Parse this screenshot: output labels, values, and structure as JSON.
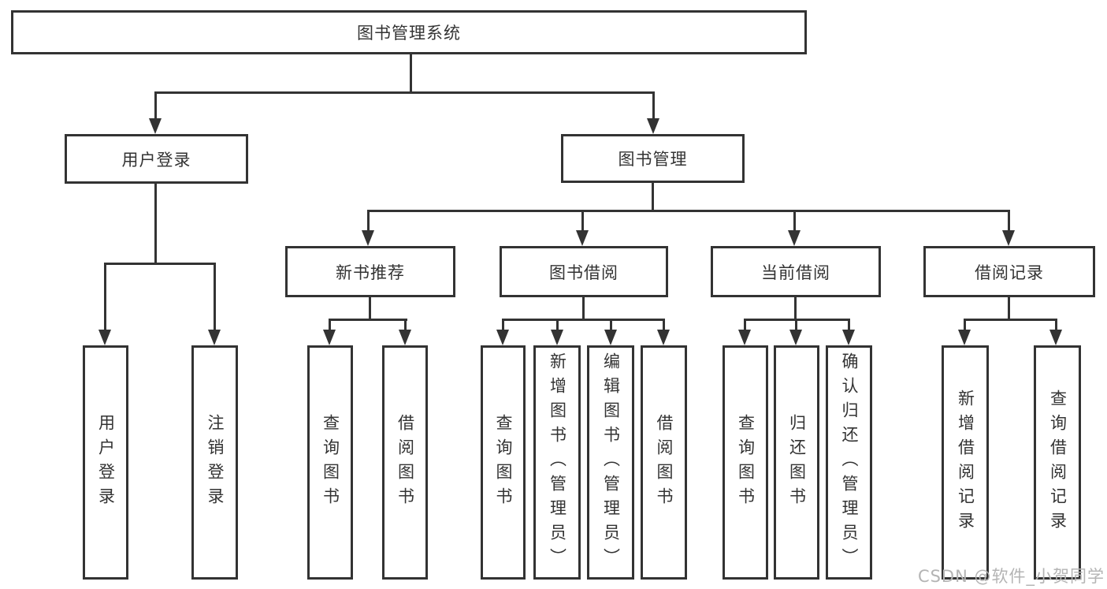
{
  "diagram": {
    "title": "图书管理系统",
    "root": {
      "label": "图书管理系统"
    },
    "level2": [
      {
        "label": "用户登录"
      },
      {
        "label": "图书管理"
      }
    ],
    "level3": [
      {
        "label": "新书推荐"
      },
      {
        "label": "图书借阅"
      },
      {
        "label": "当前借阅"
      },
      {
        "label": "借阅记录"
      }
    ],
    "leaves": [
      {
        "label": "用户登录"
      },
      {
        "label": "注销登录"
      },
      {
        "label": "查询图书"
      },
      {
        "label": "借阅图书"
      },
      {
        "label": "查询图书"
      },
      {
        "label": "新增图书（管理员）"
      },
      {
        "label": "编辑图书（管理员）"
      },
      {
        "label": "借阅图书"
      },
      {
        "label": "查询图书"
      },
      {
        "label": "归还图书"
      },
      {
        "label": "确认归还（管理员）"
      },
      {
        "label": "新增借阅记录"
      },
      {
        "label": "查询借阅记录"
      }
    ]
  },
  "watermark": {
    "text": "CSDN @软件_小贺同学"
  },
  "colors": {
    "line": "#333333",
    "text": "#333333",
    "box_background": "#ffffff",
    "watermark": "#b4b4b4",
    "page_background": "#ffffff"
  }
}
